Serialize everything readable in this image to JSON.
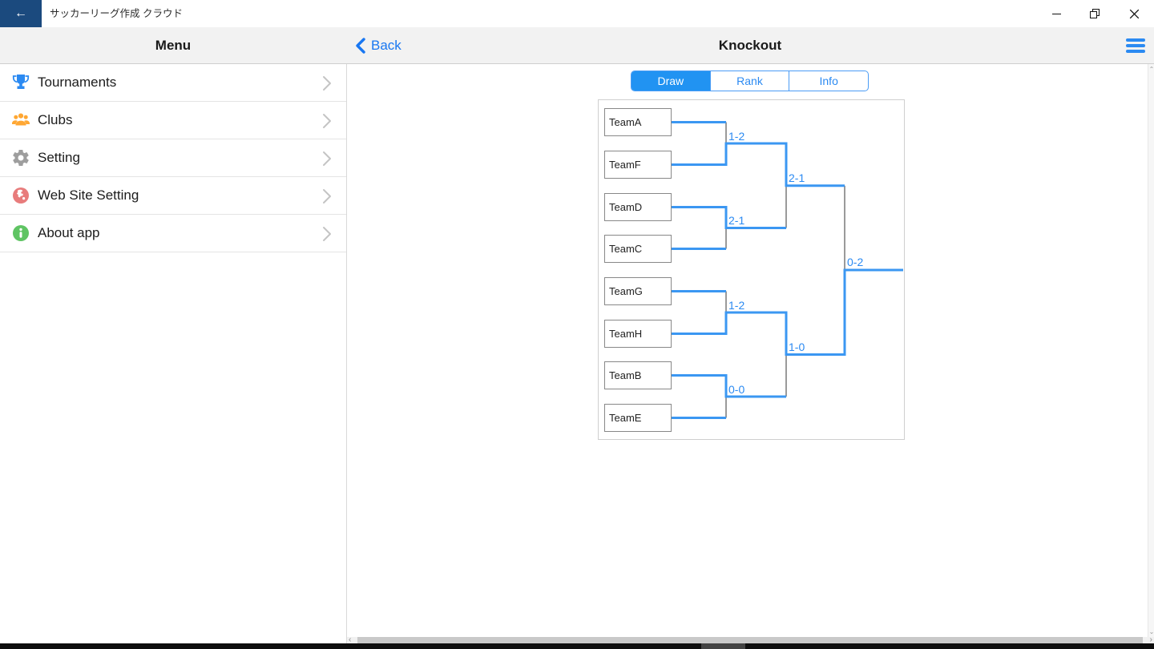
{
  "titlebar": {
    "app_title": "サッカーリーグ作成 クラウド",
    "back_arrow": "←",
    "control_icons": [
      "minimize-icon",
      "restore-icon",
      "close-icon"
    ],
    "square_color": "#1b4a7e"
  },
  "header": {
    "menu_title": "Menu",
    "back_label": "Back",
    "page_title": "Knockout",
    "accent_color": "#1877f2"
  },
  "sidebar": {
    "items": [
      {
        "label": "Tournaments",
        "icon": "trophy-icon",
        "icon_color": "#2b8af2"
      },
      {
        "label": "Clubs",
        "icon": "people-icon",
        "icon_color": "#ffa733"
      },
      {
        "label": "Setting",
        "icon": "gear-icon",
        "icon_color": "#9e9e9e"
      },
      {
        "label": "Web Site Setting",
        "icon": "globe-icon",
        "icon_color": "#e87c7c"
      },
      {
        "label": "About app",
        "icon": "info-icon",
        "icon_color": "#5fc463"
      }
    ]
  },
  "tabs": [
    {
      "label": "Draw",
      "selected": true
    },
    {
      "label": "Rank",
      "selected": false
    },
    {
      "label": "Info",
      "selected": false
    }
  ],
  "bracket": {
    "slots": [
      "TeamA",
      "TeamF",
      "TeamD",
      "TeamC",
      "TeamG",
      "TeamH",
      "TeamB",
      "TeamE"
    ],
    "round1": [
      {
        "home": "TeamA",
        "away": "TeamF",
        "score": "1-2",
        "winner": "TeamF"
      },
      {
        "home": "TeamD",
        "away": "TeamC",
        "score": "2-1",
        "winner": "TeamD"
      },
      {
        "home": "TeamG",
        "away": "TeamH",
        "score": "1-2",
        "winner": "TeamH"
      },
      {
        "home": "TeamB",
        "away": "TeamE",
        "score": "0-0",
        "winner": "TeamB"
      }
    ],
    "semifinals": [
      {
        "home": "TeamF",
        "away": "TeamD",
        "score": "2-1",
        "winner": "TeamF"
      },
      {
        "home": "TeamH",
        "away": "TeamB",
        "score": "1-0",
        "winner": "TeamH"
      }
    ],
    "final": {
      "home": "TeamF",
      "away": "TeamH",
      "score": "0-2",
      "winner": "TeamH"
    },
    "win_line_color": "#3b97f2",
    "lose_line_color": "#9a9a9a"
  }
}
